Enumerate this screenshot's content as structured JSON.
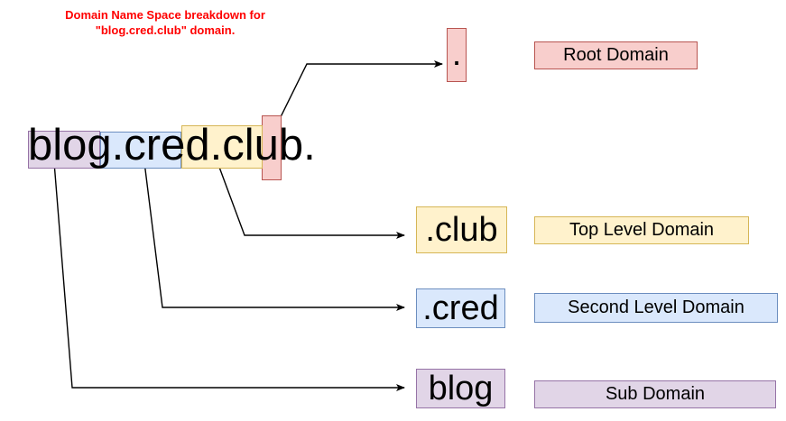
{
  "title": {
    "line1": "Domain Name Space breakdown for",
    "line2": "\"blog.cred.club\" domain.",
    "color": "#ff0000"
  },
  "domain_string": {
    "full": "blog.cred.club.",
    "segments": [
      {
        "key": "sub",
        "text": "blog",
        "fill": "#e1d5e7",
        "stroke": "#9673a6"
      },
      {
        "key": "second",
        "text": ".cred",
        "fill": "#dae8fc",
        "stroke": "#6c8ebf"
      },
      {
        "key": "top",
        "text": ".club",
        "fill": "#fff2cc",
        "stroke": "#d6b656"
      },
      {
        "key": "root",
        "text": ".",
        "fill": "#f8cecc",
        "stroke": "#b85450"
      }
    ]
  },
  "nodes": {
    "root": {
      "value": ".",
      "label": "Root Domain",
      "fill": "#f8cecc",
      "stroke": "#b85450"
    },
    "top": {
      "value": ".club",
      "label": "Top Level Domain",
      "fill": "#fff2cc",
      "stroke": "#d6b656"
    },
    "second": {
      "value": ".cred",
      "label": "Second Level Domain",
      "fill": "#dae8fc",
      "stroke": "#6c8ebf"
    },
    "sub": {
      "value": "blog",
      "label": "Sub Domain",
      "fill": "#e1d5e7",
      "stroke": "#9673a6"
    }
  },
  "connectors": {
    "stroke": "#000000",
    "arrow_count": 4
  }
}
